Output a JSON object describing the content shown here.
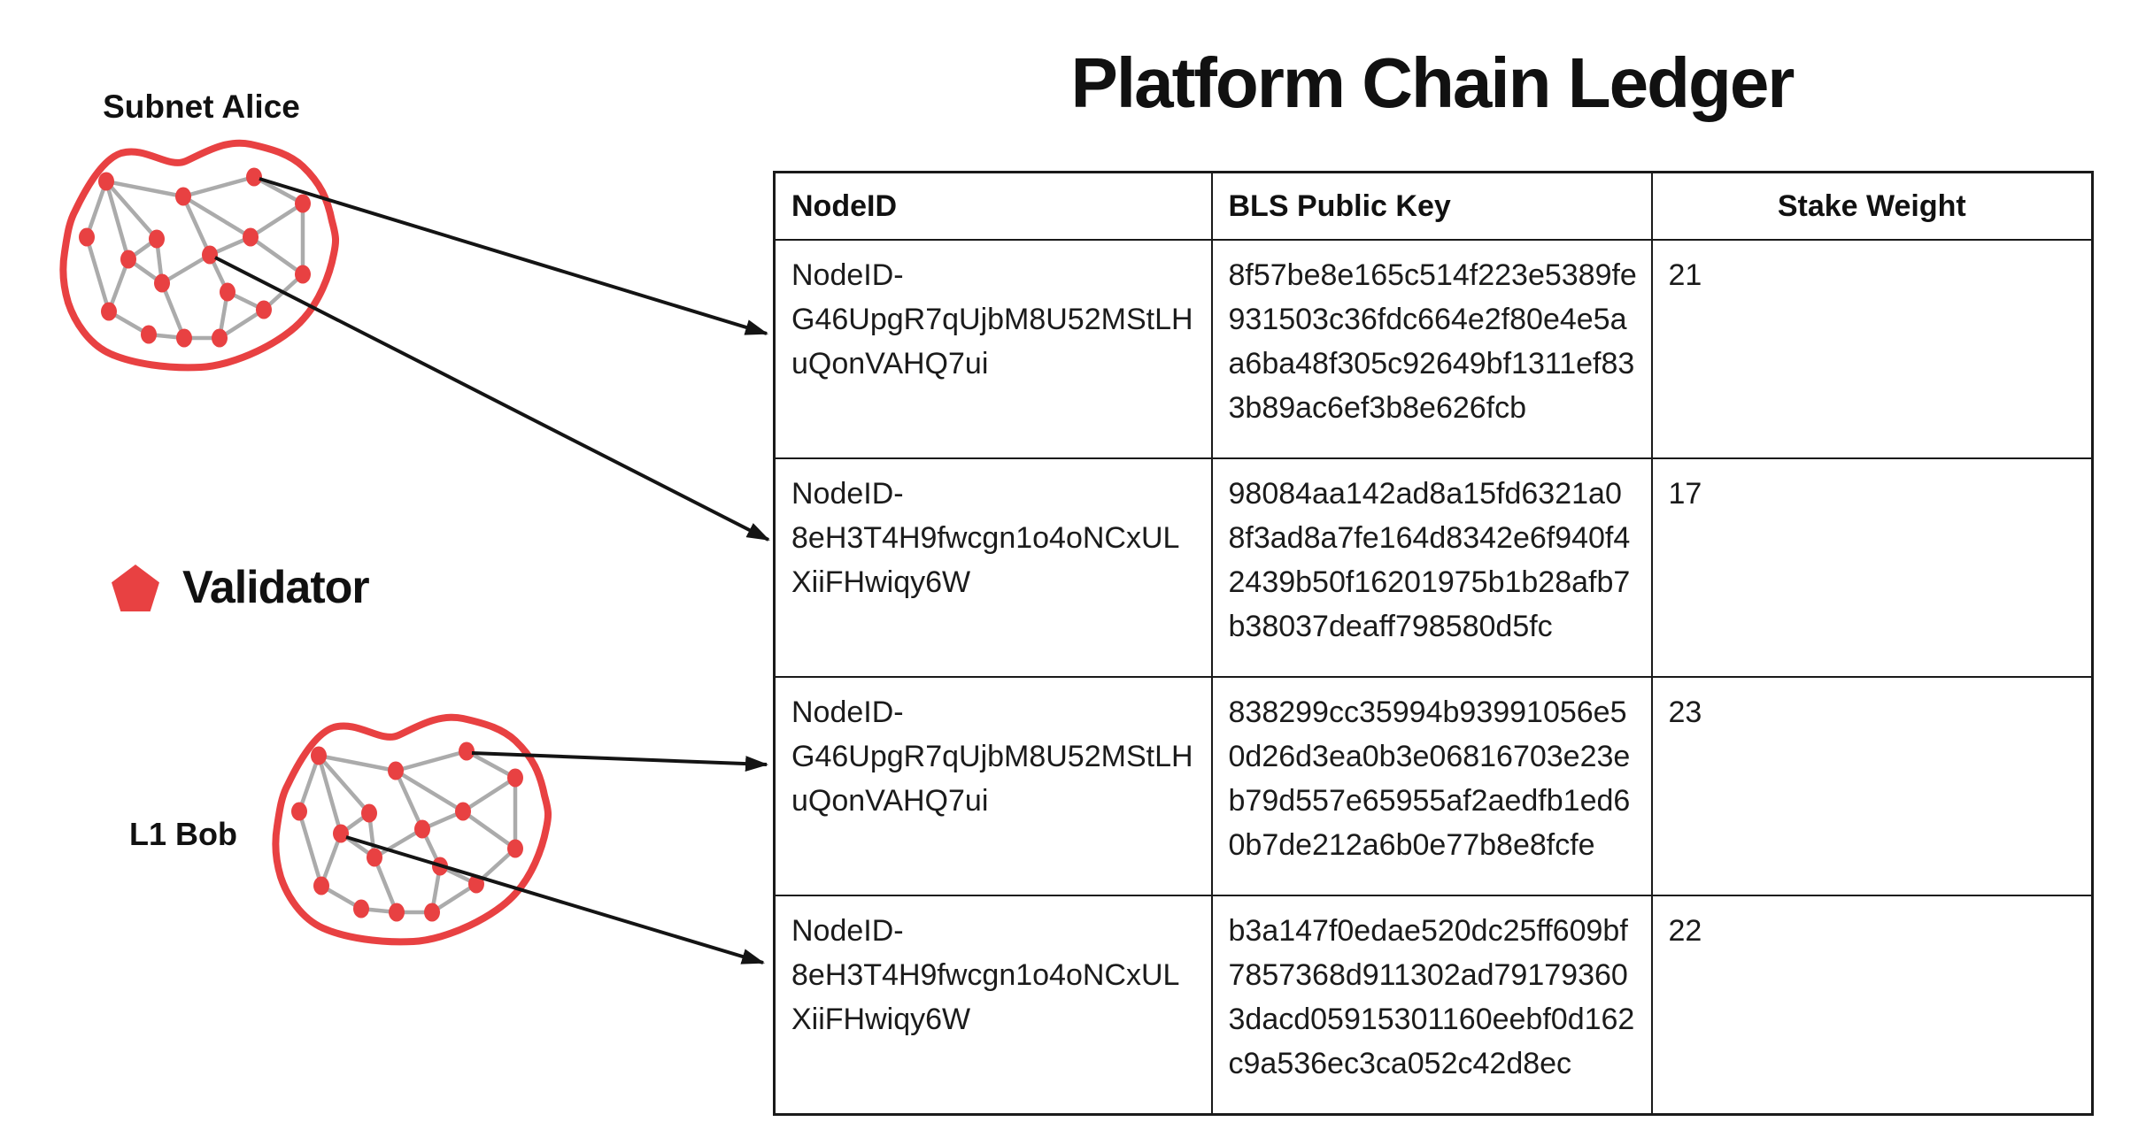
{
  "title": "Platform Chain Ledger",
  "colors": {
    "validator_red": "#E84142",
    "edge_gray": "#ABABAB",
    "arrow_black": "#141414",
    "table_border": "#1a1a1a",
    "text": "#1b1b1b"
  },
  "diagram": {
    "subnet_alice": {
      "label": "Subnet Alice"
    },
    "l1_bob": {
      "label": "L1 Bob"
    },
    "legend": {
      "icon": "pentagon-validator-icon",
      "label": "Validator"
    }
  },
  "ledger_table": {
    "headers": [
      "NodeID",
      "BLS Public Key",
      "Stake Weight"
    ],
    "rows": [
      {
        "node_id": "NodeID-G46UpgR7qUjbM8U52MStLHuQonVAHQ7ui",
        "bls_public_key": "8f57be8e165c514f223e5389fe931503c36fdc664e2f80e4e5aa6ba48f305c92649bf1311ef833b89ac6ef3b8e626fcb",
        "stake_weight": "21"
      },
      {
        "node_id": "NodeID-8eH3T4H9fwcgn1o4oNCxULXiiFHwiqy6W",
        "bls_public_key": "98084aa142ad8a15fd6321a08f3ad8a7fe164d8342e6f940f42439b50f16201975b1b28afb7b38037deaff798580d5fc",
        "stake_weight": "17"
      },
      {
        "node_id": "NodeID-G46UpgR7qUjbM8U52MStLHuQonVAHQ7ui",
        "bls_public_key": "838299cc35994b93991056e50d26d3ea0b3e06816703e23eb79d557e65955af2aedfb1ed60b7de212a6b0e77b8e8fcfe",
        "stake_weight": "23"
      },
      {
        "node_id": "NodeID-8eH3T4H9fwcgn1o4oNCxULXiiFHwiqy6W",
        "bls_public_key": "b3a147f0edae520dc25ff609bf7857368d911302ad791793603dacd05915301160eebf0d162c9a536ec3ca052c42d8ec",
        "stake_weight": "22"
      }
    ]
  }
}
